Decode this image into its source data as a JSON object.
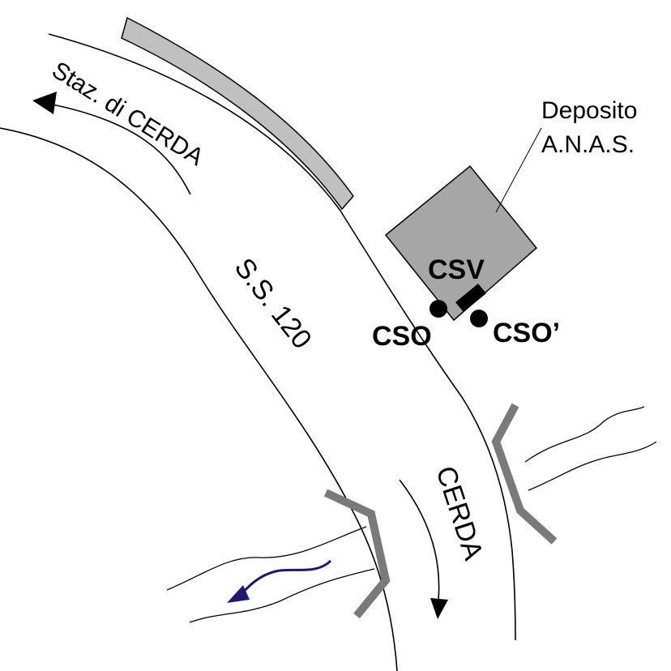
{
  "labels": {
    "station": "Staz. di CERDA",
    "road": "S.S. 120",
    "cerda": "CERDA",
    "depot_line1": "Deposito",
    "depot_line2": "A.N.A.S.",
    "csv": "CSV",
    "cso": "CSO",
    "cso_prime": "CSO’"
  },
  "colors": {
    "line": "#000000",
    "depot_fill": "#a6a6a6",
    "wall_fill": "#c0c0c0",
    "bridge": "#7a7a7a",
    "river_arrow": "#1c1a6e"
  }
}
